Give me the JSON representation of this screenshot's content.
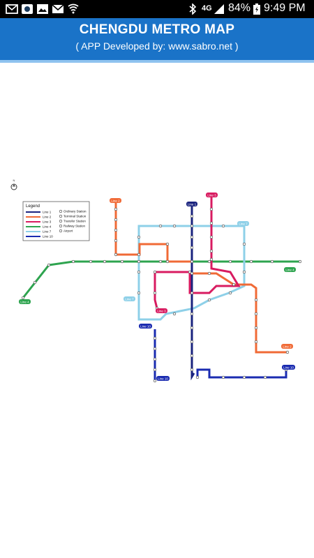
{
  "status_bar": {
    "battery": "84%",
    "time": "9:49 PM",
    "network": "4G",
    "icons": [
      "mail-icon",
      "app-icon",
      "gallery-icon",
      "mail-icon",
      "shield-icon",
      "bluetooth-icon",
      "signal-icon",
      "battery-icon"
    ]
  },
  "header": {
    "title": "CHENGDU METRO MAP",
    "subtitle": "( APP Developed by: www.sabro.net )"
  },
  "map": {
    "compass": "N",
    "legend": {
      "title": "Legend",
      "lines": [
        {
          "label": "Line 1",
          "color": "#1a237e"
        },
        {
          "label": "Line 2",
          "color": "#f06a36"
        },
        {
          "label": "Line 3",
          "color": "#d81b60"
        },
        {
          "label": "Line 4",
          "color": "#2ea44f"
        },
        {
          "label": "Line 7",
          "color": "#8ed0e8"
        },
        {
          "label": "Line 10",
          "color": "#1a2bb0"
        }
      ],
      "symbols": [
        "Ordinary Station",
        "Terminal Station",
        "Transfer Station",
        "Railway Station",
        "Airport"
      ]
    },
    "line_badges": {
      "line1": "Line 1",
      "line2_top": "Line 2",
      "line2_bottom": "Line 2",
      "line3": "Line 3",
      "line3_mid": "Line 3",
      "line4_right": "Line 4",
      "line4_left": "Line 4",
      "line7_top": "Line 7",
      "line7_left": "Line 7",
      "line10_top": "Line 10",
      "line10_bottom": "Line 10",
      "line10_right": "Line 10"
    }
  }
}
